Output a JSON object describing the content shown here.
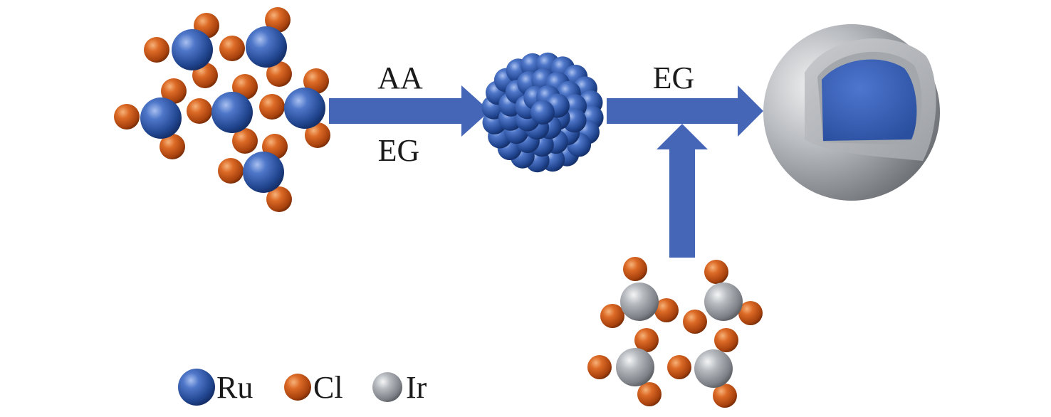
{
  "diagram": {
    "arrows": [
      {
        "id": "step-1",
        "label_top": "AA",
        "label_bottom": "EG"
      },
      {
        "id": "step-2",
        "label_top": "EG"
      },
      {
        "id": "step-3"
      }
    ],
    "legend": [
      {
        "label": "Ru",
        "color": "#2f56a6",
        "icon": "ru-atom-icon"
      },
      {
        "label": "Cl",
        "color": "#c8561a",
        "icon": "cl-atom-icon"
      },
      {
        "label": "Ir",
        "color": "#9a9ea3",
        "icon": "ir-atom-icon"
      }
    ],
    "stages": [
      "ru-precursor-cluster",
      "ru-nanoparticle",
      "ru-ir-core-shell-sphere",
      "ir-precursor-cluster"
    ],
    "colors": {
      "arrow": "#4566b6",
      "ru": "#2f56a6",
      "cl": "#c8561a",
      "ir": "#9a9ea3"
    }
  }
}
